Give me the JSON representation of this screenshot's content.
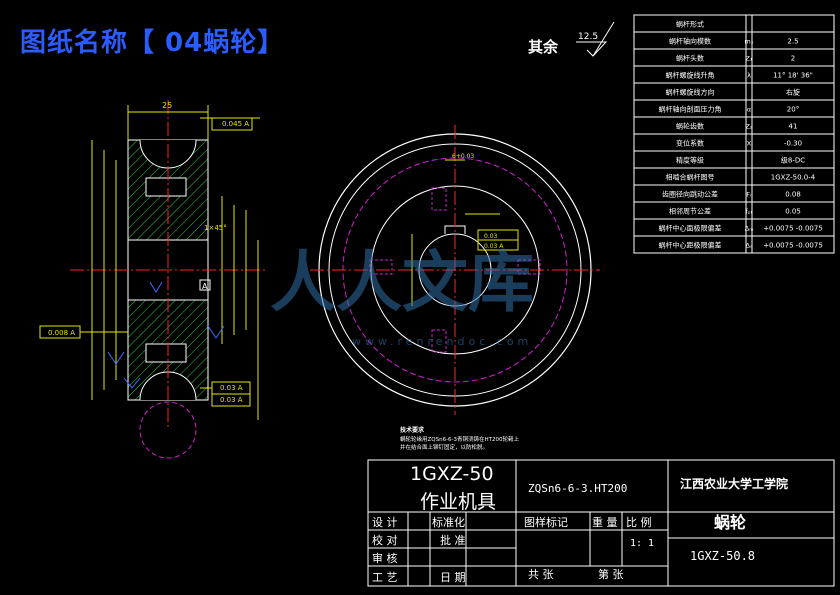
{
  "header": {
    "title": "图纸名称【 04蜗轮】",
    "roughness_prefix": "其余",
    "roughness_value": "12.5"
  },
  "param_table": {
    "rows": [
      {
        "label": "蜗杆形式",
        "symbol": "",
        "value": ""
      },
      {
        "label": "蜗杆轴向模数",
        "symbol": "mₓ",
        "value": "2.5"
      },
      {
        "label": "蜗杆头数",
        "symbol": "Z₁",
        "value": "2"
      },
      {
        "label": "蜗杆螺旋线升角",
        "symbol": "λ",
        "value": "11° 18' 36\""
      },
      {
        "label": "蜗杆螺旋线方向",
        "symbol": "",
        "value": "右旋"
      },
      {
        "label": "蜗杆轴向剖面压力角",
        "symbol": "α",
        "value": "20°"
      },
      {
        "label": "蜗轮齿数",
        "symbol": "Z₂",
        "value": "41"
      },
      {
        "label": "变位系数",
        "symbol": "X",
        "value": "-0.30"
      },
      {
        "label": "精度等级",
        "symbol": "",
        "value": "级8-DC"
      },
      {
        "label": "相啮合蜗杆图号",
        "symbol": "",
        "value": "1GXZ-50.0-4"
      },
      {
        "label": "齿圈径向跳动公差",
        "symbol": "Fᵣ",
        "value": "0.08"
      },
      {
        "label": "相邻周节公差",
        "symbol": "fₚₜ",
        "value": "0.05"
      },
      {
        "label": "蜗杆中心面极限偏差",
        "symbol": "Δₘ",
        "value": "+0.0075 -0.0075"
      },
      {
        "label": "蜗杆中心距极限偏差",
        "symbol": "Δₐ",
        "value": "+0.0075 -0.0075"
      }
    ]
  },
  "section_view": {
    "tolerance_frames": [
      "0.045 A",
      "0.008 A",
      "0.03 A",
      "0.03 A"
    ],
    "datum_a": "A",
    "dim_chamfer": "1×45°",
    "dim_width": "25"
  },
  "front_view": {
    "keyway_tol": "0.03",
    "keyway_tol_2": "0.03 A",
    "dim_keyway": "6+0.03"
  },
  "watermark": {
    "logo": "人人文库",
    "url": "www.renrendoc.com"
  },
  "tech_req": {
    "heading": "技术要求",
    "line1": "蜗轮轮缘用ZQSn6-6-3青铜浇铸在HT200轮毂上",
    "line2": "并在结合面上铆钉固定，以防松脱。"
  },
  "title_block": {
    "drawing_no": "1GXZ-50",
    "product_name": "作业机具",
    "material": "ZQSn6-6-3.HT200",
    "school": "江西农业大学工学院",
    "part_name": "蜗轮",
    "row_design": "设 计",
    "row_check": "校 对",
    "row_review": "审 核",
    "row_process": "工 艺",
    "std": "标准化",
    "approve": "批 准",
    "date": "日 期",
    "mark": "图样标记",
    "weight": "重 量",
    "scale": "比 例",
    "scale_value": "1: 1",
    "total": "共    张",
    "sheet": "第    张",
    "part_no": "1GXZ-50.8"
  }
}
